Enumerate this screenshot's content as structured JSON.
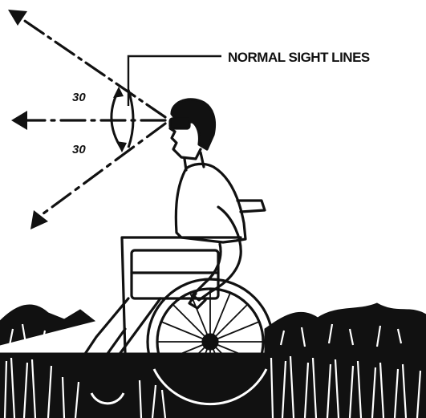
{
  "diagram": {
    "callout_label": "NORMAL SIGHT LINES",
    "angle_upper": "30",
    "angle_lower": "30",
    "ink_color": "#111111",
    "background_color": "#ffffff"
  }
}
